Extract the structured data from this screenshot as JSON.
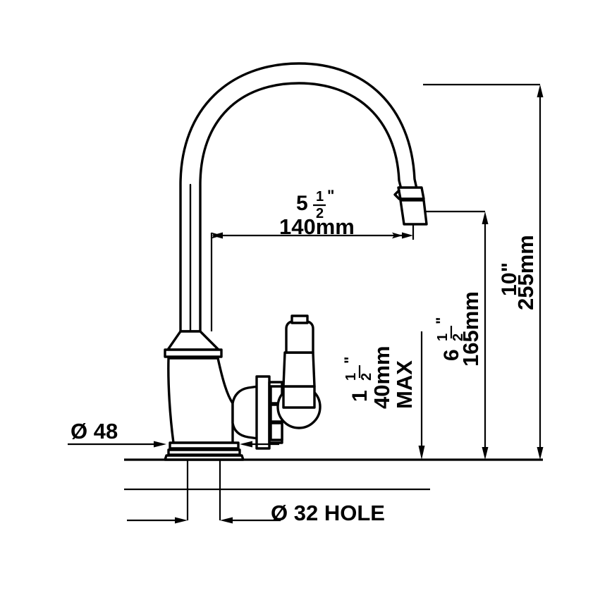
{
  "drawing": {
    "title": "Kitchen Mixer Tap Dimensional Drawing",
    "type": "technical-line-drawing",
    "background_color": "#ffffff",
    "line_color": "#000000",
    "product": "single lever gooseneck basin mixer tap"
  },
  "dimensions": {
    "spout_reach": {
      "name": "spout-reach",
      "imperial_whole": "5",
      "imperial_num": "1",
      "imperial_den": "2",
      "imperial_unit": "\"",
      "metric": "140mm",
      "orientation": "horizontal"
    },
    "overall_height": {
      "name": "overall-height",
      "imperial": "10\"",
      "metric": "255mm",
      "orientation": "vertical"
    },
    "spout_height": {
      "name": "spout-height",
      "imperial_whole": "6",
      "imperial_num": "1",
      "imperial_den": "2",
      "imperial_unit": "\"",
      "metric": "165mm",
      "orientation": "vertical"
    },
    "deck_thickness": {
      "name": "deck-thickness-max",
      "imperial_whole": "1",
      "imperial_num": "1",
      "imperial_den": "2",
      "imperial_unit": "\"",
      "metric": "40mm",
      "qualifier": "MAX",
      "orientation": "vertical"
    },
    "base_diameter": {
      "name": "base-diameter",
      "symbol": "Ø",
      "value": "48",
      "label": "Ø 48",
      "orientation": "horizontal"
    },
    "hole_diameter": {
      "name": "hole-diameter",
      "symbol": "Ø",
      "value": "32",
      "suffix": "HOLE",
      "label": "Ø 32 HOLE",
      "orientation": "horizontal"
    }
  }
}
